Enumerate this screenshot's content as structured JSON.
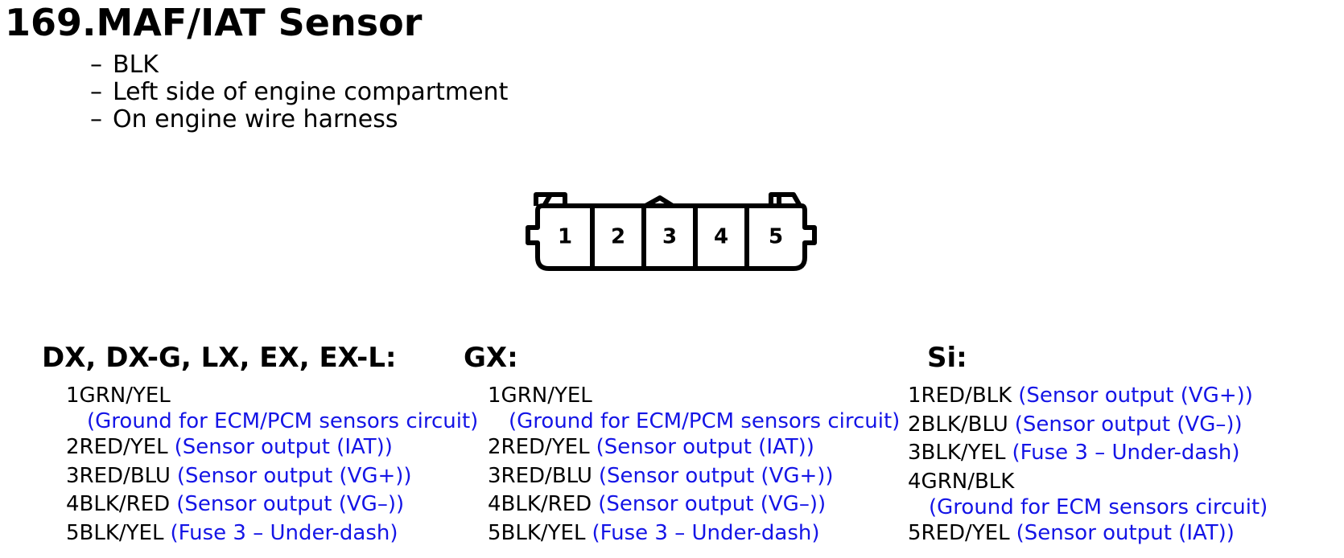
{
  "title": "169.MAF/IAT Sensor",
  "notes": [
    "BLK",
    "Left side of engine compartment",
    "On engine wire harness"
  ],
  "note_bullet": "–",
  "connector": {
    "pins": [
      "1",
      "2",
      "3",
      "4",
      "5"
    ],
    "stroke_color": "#000000"
  },
  "text_color_desc": "#1414e6",
  "columns": [
    {
      "title": "DX, DX-G, LX, EX, EX-L:",
      "pins": [
        {
          "wire": "1GRN/YEL",
          "desc": "(Ground for ECM/PCM sensors circuit)",
          "wrap": true
        },
        {
          "wire": "2RED/YEL",
          "desc": "(Sensor output (IAT))",
          "wrap": false
        },
        {
          "wire": "3RED/BLU",
          "desc": "(Sensor output (VG+))",
          "wrap": false
        },
        {
          "wire": "4BLK/RED",
          "desc": "(Sensor output (VG–))",
          "wrap": false
        },
        {
          "wire": "5BLK/YEL",
          "desc": "(Fuse 3 – Under-dash)",
          "wrap": false
        }
      ]
    },
    {
      "title": "GX:",
      "pins": [
        {
          "wire": "1GRN/YEL",
          "desc": "(Ground for ECM/PCM sensors circuit)",
          "wrap": true
        },
        {
          "wire": "2RED/YEL",
          "desc": "(Sensor output (IAT))",
          "wrap": false
        },
        {
          "wire": "3RED/BLU",
          "desc": "(Sensor output (VG+))",
          "wrap": false
        },
        {
          "wire": "4BLK/RED",
          "desc": "(Sensor output (VG–))",
          "wrap": false
        },
        {
          "wire": "5BLK/YEL",
          "desc": "(Fuse 3 – Under-dash)",
          "wrap": false
        }
      ]
    },
    {
      "title": "Si:",
      "pins": [
        {
          "wire": "1RED/BLK",
          "desc": "(Sensor output (VG+))",
          "wrap": false
        },
        {
          "wire": "2BLK/BLU",
          "desc": "(Sensor output (VG–))",
          "wrap": false
        },
        {
          "wire": "3BLK/YEL",
          "desc": "(Fuse 3 – Under-dash)",
          "wrap": false
        },
        {
          "wire": "4GRN/BLK",
          "desc": "(Ground for ECM sensors circuit)",
          "wrap": true
        },
        {
          "wire": "5RED/YEL",
          "desc": "(Sensor output (IAT))",
          "wrap": false
        }
      ]
    }
  ]
}
